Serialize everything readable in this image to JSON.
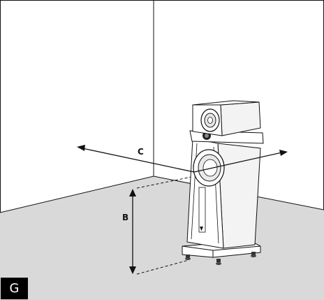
{
  "diagram": {
    "panel_letter": "G",
    "labels": {
      "width_to_side_wall": "C",
      "height_above_floor": "B"
    },
    "colors": {
      "floor": "#d9d9d9",
      "wall": "#ffffff",
      "line": "#111111",
      "speaker_body": "#ffffff",
      "driver_dark": "#222222",
      "panel_badge": "#000000"
    }
  }
}
